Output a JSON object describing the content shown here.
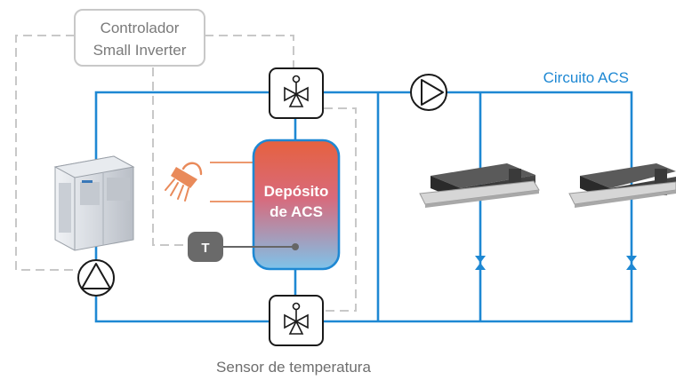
{
  "controller": {
    "line1": "Controlador",
    "line2": "Small Inverter"
  },
  "circuit_label": "Circuito ACS",
  "tank": {
    "line1": "Depósito",
    "line2": "de ACS"
  },
  "temperature_sensor_symbol": "T",
  "sensor_label": "Sensor de temperatura",
  "colors": {
    "pipe": "#1e88d3",
    "control_wiring": "#c8c8c8",
    "tank_top": "#e6613e",
    "tank_bottom": "#7ec3ea",
    "heater": "#e98a5a",
    "sensor": "#666666"
  },
  "icons": {
    "outdoor_unit": "outdoor-unit-icon",
    "three_way_valve": "three-way-valve-icon",
    "pump": "pump-icon",
    "shower": "shower-icon",
    "ceiling_cassette": "ceiling-cassette-unit-icon",
    "check_valve": "check-valve-icon"
  }
}
